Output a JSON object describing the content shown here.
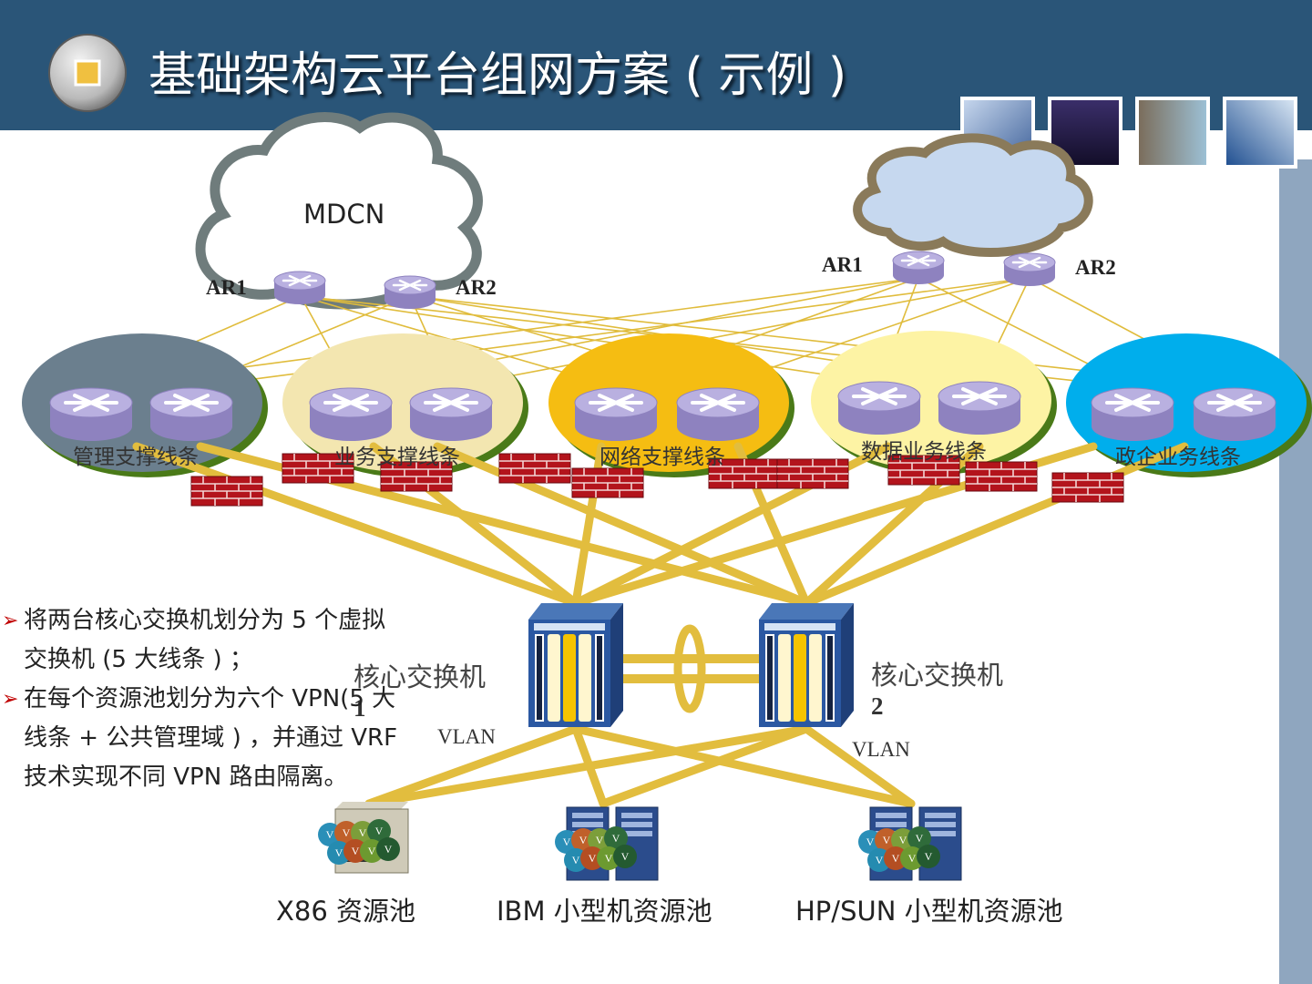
{
  "slide": {
    "title": "基础架构云平台组网方案 ( 示例 )",
    "accent_colors": {
      "header": "#2a5578",
      "link": "#e0bc3c",
      "side_bar": "#8fa6bf"
    }
  },
  "diagram": {
    "left_cloud": {
      "label": "MDCN",
      "ar1_label": "AR1",
      "ar2_label": "AR2"
    },
    "right_cloud": {
      "ar1_label": "AR1",
      "ar2_label": "AR2"
    },
    "bus_lines": [
      {
        "label": "管理支撑线条",
        "color": "#6b7f8e"
      },
      {
        "label": "业务支撑线条",
        "color": "#f3e6b0"
      },
      {
        "label": "网络支撑线条",
        "color": "#f5bd12"
      },
      {
        "label": "数据业务线条",
        "color": "#fdf3a4"
      },
      {
        "label": "政企业务线条",
        "color": "#00aeec"
      }
    ],
    "core_switch_1": {
      "label_line1": "核心交换机",
      "label_line2": "1",
      "vlan": "VLAN"
    },
    "core_switch_2": {
      "label_line1": "核心交换机",
      "label_line2": "2",
      "vlan": "VLAN"
    },
    "resource_pools": [
      "X86 资源池",
      "IBM 小型机资源池",
      "HP/SUN 小型机资源池"
    ]
  },
  "notes": [
    {
      "line1": "将两台核心交换机划分为 5 个虚拟",
      "line2": "交换机 (5 大线条 ) ；"
    },
    {
      "line1": "在每个资源池划分为六个 VPN(5 大",
      "line2": "线条 + 公共管理域 ) ，并通过 VRF",
      "line3": "技术实现不同 VPN 路由隔离。"
    }
  ]
}
